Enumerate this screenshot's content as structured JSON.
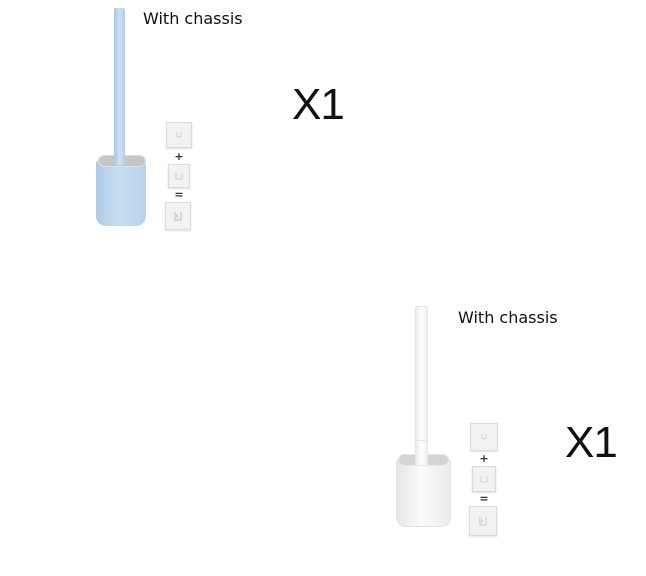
{
  "products": [
    {
      "variant": "blue",
      "label": "With chassis",
      "quantity": "X1",
      "colors": {
        "handle": "#b9d4ec",
        "holder": "#bcd6ee",
        "rim": "#bdbdbd"
      },
      "hooks": {
        "plus": "+",
        "equals": "="
      }
    },
    {
      "variant": "white",
      "label": "With chassis",
      "quantity": "X1",
      "colors": {
        "handle": "#f6f6f6",
        "holder": "#f3f3f3",
        "rim": "#cfcfcf"
      },
      "hooks": {
        "plus": "+",
        "equals": "="
      }
    }
  ]
}
